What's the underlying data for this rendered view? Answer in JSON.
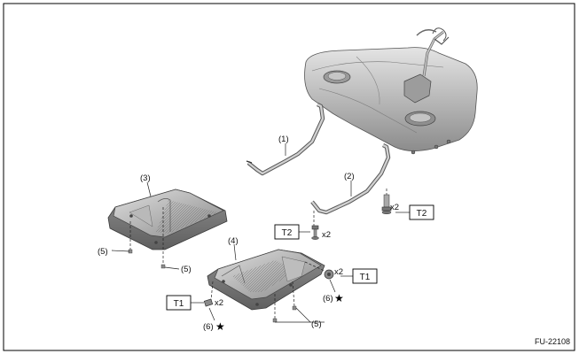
{
  "callouts": {
    "c1": "(1)",
    "c2": "(2)",
    "c3": "(3)",
    "c4": "(4)",
    "c5a": "(5)",
    "c5b": "(5)",
    "c5c": "(5)",
    "c6a": "(6)",
    "c6b": "(6)"
  },
  "torque": {
    "t1": "T1",
    "t2": "T2"
  },
  "qty": "x2",
  "star": "★",
  "figure_id": "FU-22108",
  "colors": {
    "part_dark": "#7a7a7a",
    "part_mid": "#a8a8a8",
    "part_light": "#d4d4d4",
    "frame": "#000000"
  }
}
